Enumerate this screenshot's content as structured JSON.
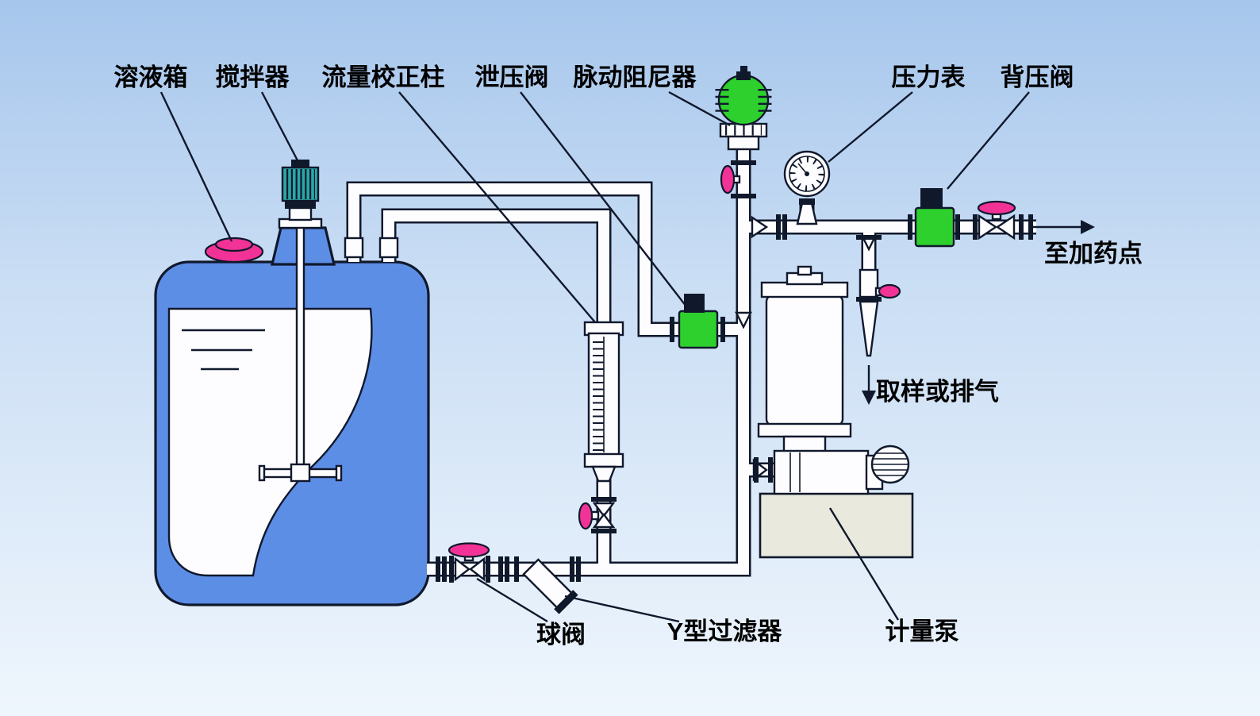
{
  "diagram": {
    "type": "chemical-dosing-metering-pump-schematic",
    "labels": {
      "solution_tank": "溶液箱",
      "agitator": "搅拌器",
      "flow_calibration_column": "流量校正柱",
      "relief_valve": "泄压阀",
      "pulsation_dampener": "脉动阻尼器",
      "pressure_gauge": "压力表",
      "back_pressure_valve": "背压阀",
      "to_dosing_point": "至加药点",
      "sample_or_vent": "取样或排气",
      "ball_valve": "球阀",
      "y_strainer": "Y型过滤器",
      "metering_pump": "计量泵"
    },
    "colors": {
      "background_top": "#a6c6ec",
      "background_bottom": "#eff6fd",
      "tank_blue": "#5d8ee6",
      "component_green": "#2ed02e",
      "valve_pink": "#f23296",
      "motor_teal": "#2aa7a7",
      "pipe_fill": "#fdfdff",
      "base_gray": "#e9e9dd",
      "outline_dark": "#10182c"
    }
  }
}
